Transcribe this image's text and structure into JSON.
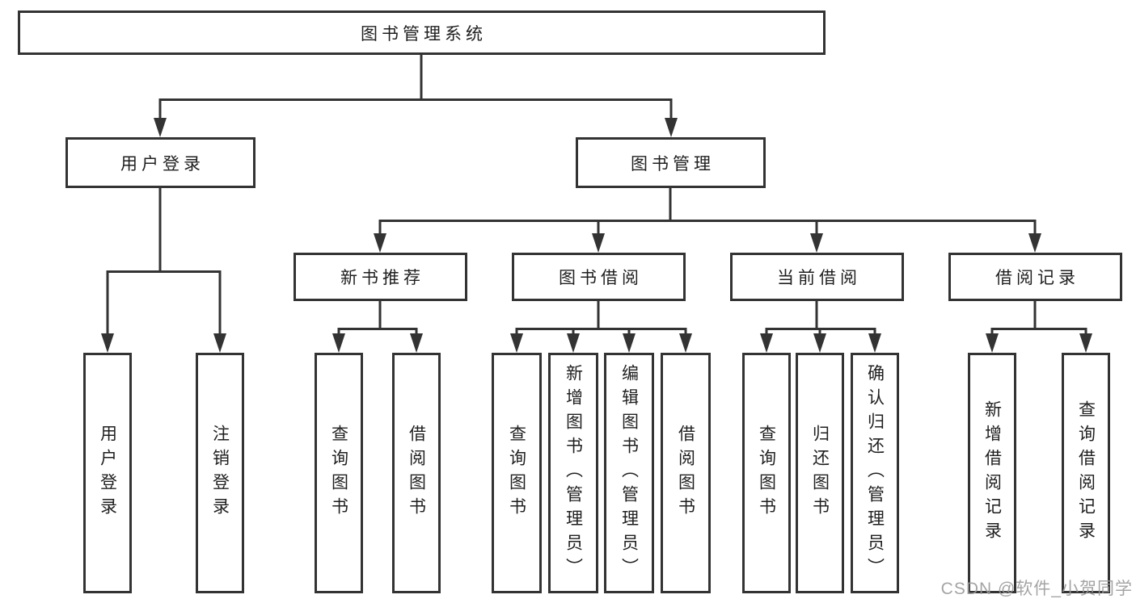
{
  "tree": {
    "root": {
      "label": "图书管理系统"
    },
    "branches": [
      {
        "label": "用户登录",
        "children": [
          {
            "label": "用户登录"
          },
          {
            "label": "注销登录"
          }
        ]
      },
      {
        "label": "图书管理",
        "children": [
          {
            "label": "新书推荐",
            "children": [
              {
                "label": "查询图书"
              },
              {
                "label": "借阅图书"
              }
            ]
          },
          {
            "label": "图书借阅",
            "children": [
              {
                "label": "查询图书"
              },
              {
                "label": "新增图书（管理员）"
              },
              {
                "label": "编辑图书（管理员）"
              },
              {
                "label": "借阅图书"
              }
            ]
          },
          {
            "label": "当前借阅",
            "children": [
              {
                "label": "查询图书"
              },
              {
                "label": "归还图书"
              },
              {
                "label": "确认归还（管理员）"
              }
            ]
          },
          {
            "label": "借阅记录",
            "children": [
              {
                "label": "新增借阅记录"
              },
              {
                "label": "查询借阅记录"
              }
            ]
          }
        ]
      }
    ]
  },
  "watermark": {
    "text": "CSDN @软件_小贺同学"
  },
  "colors": {
    "line": "#333333",
    "box_border": "#333333",
    "text": "#1f1f1f",
    "background": "#ffffff",
    "watermark": "#9b9b9b"
  }
}
